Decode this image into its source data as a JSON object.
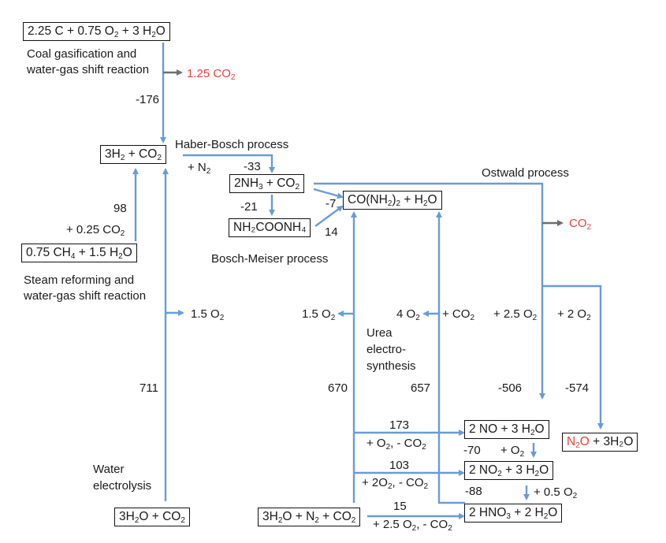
{
  "colors": {
    "arrow_blue": "#6a9bd6",
    "arrow_gray": "#6f6f6f",
    "highlight_red": "#e8423a",
    "box_border": "#111111"
  },
  "boxes": {
    "coal_reactants": [
      "2.25 C + 0.75 O",
      "2",
      " + 3 H",
      "2",
      "O"
    ],
    "h2_co2": [
      "3H",
      "2",
      " + CO",
      "2"
    ],
    "methane_reactants": [
      "0.75 CH",
      "4",
      " + 1.5 H",
      "2",
      "O"
    ],
    "water_co2": [
      "3H",
      "2",
      "O + CO",
      "2"
    ],
    "nh3_co2": [
      "2NH",
      "3",
      " + CO",
      "2"
    ],
    "carbamate": "NH₂COONH₄",
    "urea": [
      "CO(NH",
      "2",
      ")",
      "2",
      " + H",
      "2",
      "O"
    ],
    "electro_reactants": [
      "3H",
      "2",
      "O + N",
      "2",
      " + CO",
      "2"
    ],
    "no_h2o": [
      "2 NO + 3 H",
      "2",
      "O"
    ],
    "no2_h2o": [
      "2 NO",
      "2",
      " + 3 H",
      "2",
      "O"
    ],
    "hno3_h2o": [
      "2 HNO",
      "3",
      " + 2 H",
      "2",
      "O"
    ],
    "n2o_h2o": {
      "red_part": [
        "N",
        "2",
        "O"
      ],
      "rest": " + 3H₂O"
    }
  },
  "labels": {
    "coal_gasification": "Coal gasification and",
    "coal_gasification_2": "water-gas shift reaction",
    "co2_out_top": [
      "1.25 CO",
      "2"
    ],
    "val_minus176": "-176",
    "haber_bosch": "Haber-Bosch process",
    "plus_n2": [
      "+ N",
      "2"
    ],
    "val_minus33": "-33",
    "val_minus21": "-21",
    "val_minus7": "-7",
    "val_14": "14",
    "ostwald": "Ostwald process",
    "co2_out_right": [
      "CO",
      "2"
    ],
    "bosch_meiser": "Bosch-Meiser process",
    "val_98": "98",
    "plus_025co2": [
      "+ 0.25 CO",
      "2"
    ],
    "steam_reforming": "Steam reforming and",
    "steam_reforming_2": "water-gas shift reaction",
    "o2_15_left": [
      "1.5 O",
      "2"
    ],
    "o2_15_mid": [
      "1.5 O",
      "2"
    ],
    "o2_4": [
      "4 O",
      "2"
    ],
    "plus_co2": [
      "+ CO",
      "2"
    ],
    "plus_25o2": [
      "+ 2.5 O",
      "2"
    ],
    "plus_2o2": [
      "+ 2 O",
      "2"
    ],
    "urea_electro_1": "Urea",
    "urea_electro_2": "electro-",
    "urea_electro_3": "synthesis",
    "val_711": "711",
    "val_670": "670",
    "val_657": "657",
    "val_minus506": "-506",
    "val_minus574": "-574",
    "val_173": "173",
    "plus_o2_minus_co2": [
      "+ O",
      "2",
      ", - CO",
      "2"
    ],
    "val_minus70": "-70",
    "plus_o2": [
      "+ O",
      "2"
    ],
    "val_103": "103",
    "plus_2o2_minus_co2": [
      "+ 2O",
      "2",
      ", - CO",
      "2"
    ],
    "val_minus88": "-88",
    "plus_05o2": [
      "+ 0.5 O",
      "2"
    ],
    "val_15": "15",
    "plus_25o2_minus_co2": [
      "+ 2.5 O",
      "2",
      ", - CO",
      "2"
    ],
    "water_electrolysis_1": "Water",
    "water_electrolysis_2": "electrolysis"
  }
}
